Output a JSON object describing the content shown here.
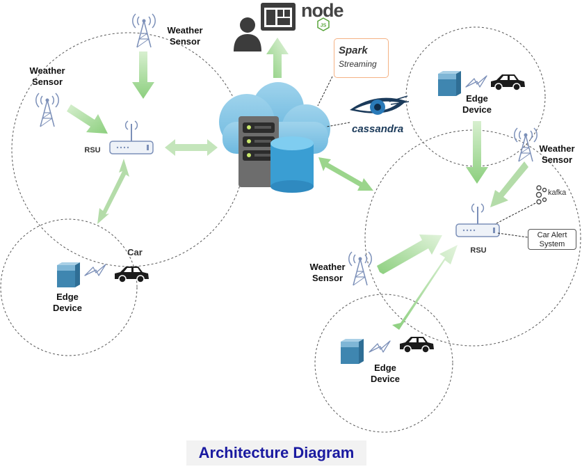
{
  "title": "Architecture Diagram",
  "labels": {
    "weather_sensor_top": [
      "Weather",
      "Sensor"
    ],
    "weather_sensor_left": [
      "Weather",
      "Sensor"
    ],
    "rsu_left": "RSU",
    "car_left": "Car",
    "edge_device_left": [
      "Edge",
      "Device"
    ],
    "edge_device_top_right": [
      "Edge",
      "Device"
    ],
    "weather_sensor_right": [
      "Weather",
      "Sensor"
    ],
    "rsu_right": "RSU",
    "car_alert_system": [
      "Car Alert",
      "System"
    ],
    "weather_sensor_bottom": [
      "Weather",
      "Sensor"
    ],
    "edge_device_bottom": [
      "Edge",
      "Device"
    ]
  },
  "logos": {
    "node": "node",
    "node_badge": "JS",
    "spark": "Spark",
    "spark_streaming": "Streaming",
    "cassandra": "cassandra",
    "kafka": "kafka"
  },
  "colors": {
    "arrow_green": "#8ccf7e",
    "arrow_green_light": "#c8e8bf",
    "cloud_blue": "#7ec3e3",
    "db_blue": "#3a9ed3",
    "server_gray": "#6d6d6d",
    "title_blue": "#1a1aa0",
    "device_blue": "#3f86b0",
    "tower_blue": "#7b8fb8"
  },
  "icons": [
    "cell-tower-icon",
    "router-icon",
    "car-icon",
    "edge-device-icon",
    "lightning-icon",
    "cloud-icon",
    "server-icon",
    "database-icon",
    "user-icon",
    "dashboard-icon",
    "cassandra-eye-icon",
    "kafka-icon"
  ]
}
